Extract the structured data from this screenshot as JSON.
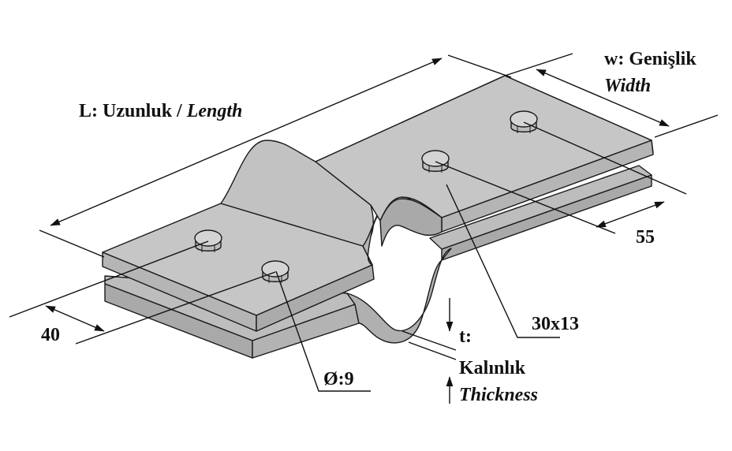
{
  "labels": {
    "length": "L: Uzunluk / ",
    "length_en": "Length",
    "width": "w: Genişlik",
    "width_en": "Width",
    "thickness_t": "t:",
    "thickness": "Kalınlık",
    "thickness_en": "Thickness",
    "hole": "Ø:9",
    "bolt": "30x13",
    "dim_40": "40",
    "dim_55": "55"
  },
  "colors": {
    "plate_top": "#c6c6c6",
    "plate_side": "#a9a9a9",
    "plate_front": "#b7b7b7",
    "outline": "#1a1a1a",
    "bolt": "#d4d4d4"
  }
}
